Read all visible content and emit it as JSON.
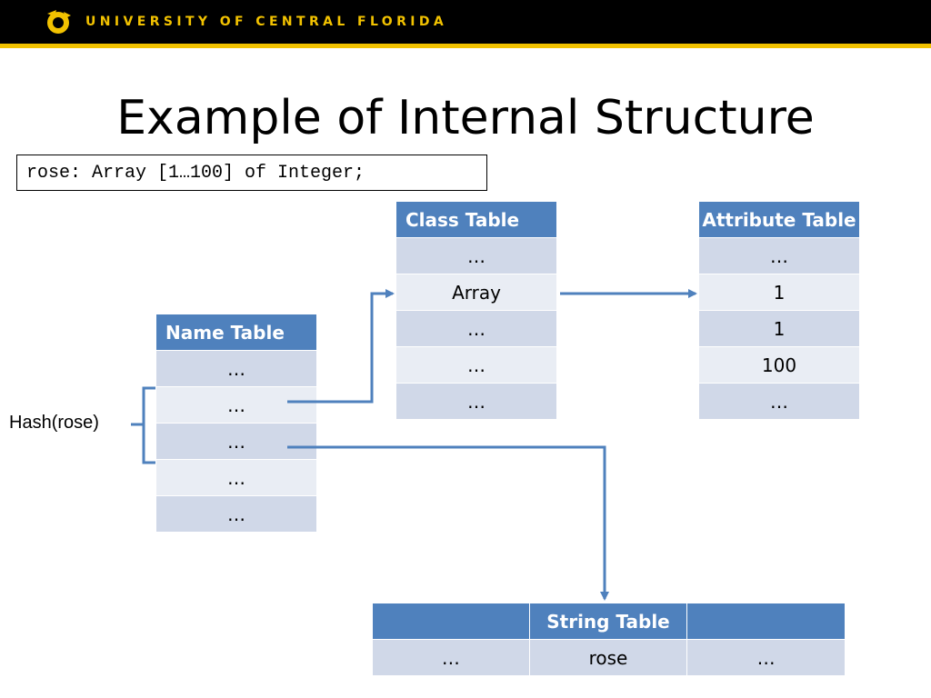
{
  "header": {
    "university": "UNIVERSITY OF CENTRAL FLORIDA",
    "bar_color": "#000000",
    "accent_color": "#f2c200"
  },
  "slide": {
    "title": "Example of Internal Structure",
    "code": "rose: Array [1…100] of Integer;"
  },
  "name_table": {
    "header": "Name Table",
    "rows": [
      "…",
      "…",
      "…",
      "…",
      "…"
    ]
  },
  "class_table": {
    "header": "Class Table",
    "rows": [
      "…",
      "Array",
      "…",
      "…",
      "…"
    ]
  },
  "attribute_table": {
    "header": "Attribute Table",
    "rows": [
      "…",
      "1",
      "1",
      "100",
      "…"
    ]
  },
  "string_table": {
    "header": [
      "",
      "String Table",
      ""
    ],
    "row": [
      "…",
      "rose",
      "…"
    ]
  },
  "hash_label": "Hash(rose)",
  "colors": {
    "table_header": "#4f81bd",
    "row_dark": "#d0d8e8",
    "row_light": "#e9edf4",
    "arrow": "#4f81bd"
  }
}
